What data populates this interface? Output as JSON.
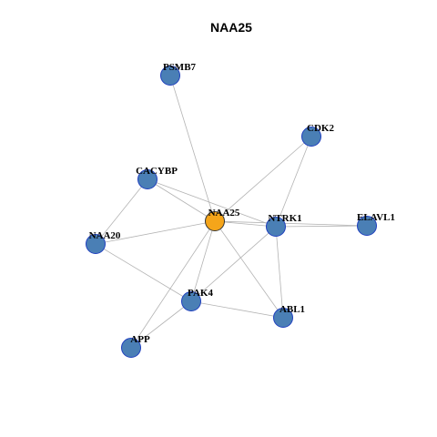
{
  "title": "NAA25",
  "colors": {
    "center_node": "#f5a51a",
    "other_node": "#4a7fb5",
    "node_stroke": "#1f3fbf",
    "edge": "#b3b3b3"
  },
  "nodes": [
    {
      "id": "NAA25",
      "label": "NAA25",
      "center": true
    },
    {
      "id": "PSMB7",
      "label": "PSMB7"
    },
    {
      "id": "CDK2",
      "label": "CDK2"
    },
    {
      "id": "CACYBP",
      "label": "CACYBP"
    },
    {
      "id": "NTRK1",
      "label": "NTRK1"
    },
    {
      "id": "ELAVL1",
      "label": "ELAVL1"
    },
    {
      "id": "NAA20",
      "label": "NAA20"
    },
    {
      "id": "PAK4",
      "label": "PAK4"
    },
    {
      "id": "ABL1",
      "label": "ABL1"
    },
    {
      "id": "APP",
      "label": "APP"
    }
  ],
  "edges": [
    [
      "NAA25",
      "PSMB7"
    ],
    [
      "NAA25",
      "CDK2"
    ],
    [
      "NAA25",
      "CACYBP"
    ],
    [
      "NAA25",
      "NTRK1"
    ],
    [
      "NAA25",
      "ELAVL1"
    ],
    [
      "NAA25",
      "NAA20"
    ],
    [
      "NAA25",
      "PAK4"
    ],
    [
      "NAA25",
      "ABL1"
    ],
    [
      "NAA25",
      "APP"
    ],
    [
      "CACYBP",
      "NTRK1"
    ],
    [
      "CACYBP",
      "NAA20"
    ],
    [
      "CDK2",
      "NTRK1"
    ],
    [
      "NTRK1",
      "ELAVL1"
    ],
    [
      "NTRK1",
      "PAK4"
    ],
    [
      "NTRK1",
      "ABL1"
    ],
    [
      "NAA20",
      "PAK4"
    ],
    [
      "PAK4",
      "ABL1"
    ],
    [
      "PAK4",
      "APP"
    ]
  ]
}
